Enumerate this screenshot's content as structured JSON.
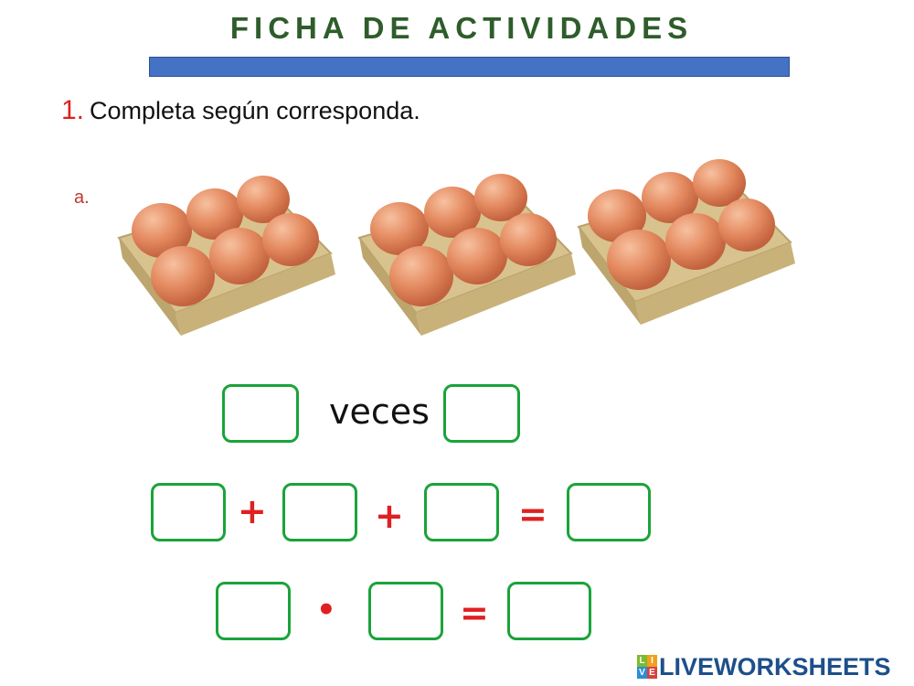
{
  "header": {
    "title": "FICHA DE ACTIVIDADES"
  },
  "instruction": {
    "number": "1.",
    "text": "Completa según corresponda."
  },
  "exercise": {
    "letter": "a.",
    "image": {
      "description_icon": "egg-carton-icon",
      "cartons": 3
    },
    "row1": {
      "word": "veces"
    },
    "row2": {
      "op1": "+",
      "op2": "+",
      "equals": "="
    },
    "row3": {
      "times": "•",
      "equals": "="
    }
  },
  "branding": {
    "logo_letters": [
      "L",
      "I",
      "V",
      "E"
    ],
    "logo_text": "LIVEWORKSHEETS"
  },
  "colors": {
    "title": "#2e5d2b",
    "title_bar": "#4472c4",
    "box_border": "#1aa33a",
    "operator": "#e02020",
    "logo_text": "#1d4f8a"
  }
}
